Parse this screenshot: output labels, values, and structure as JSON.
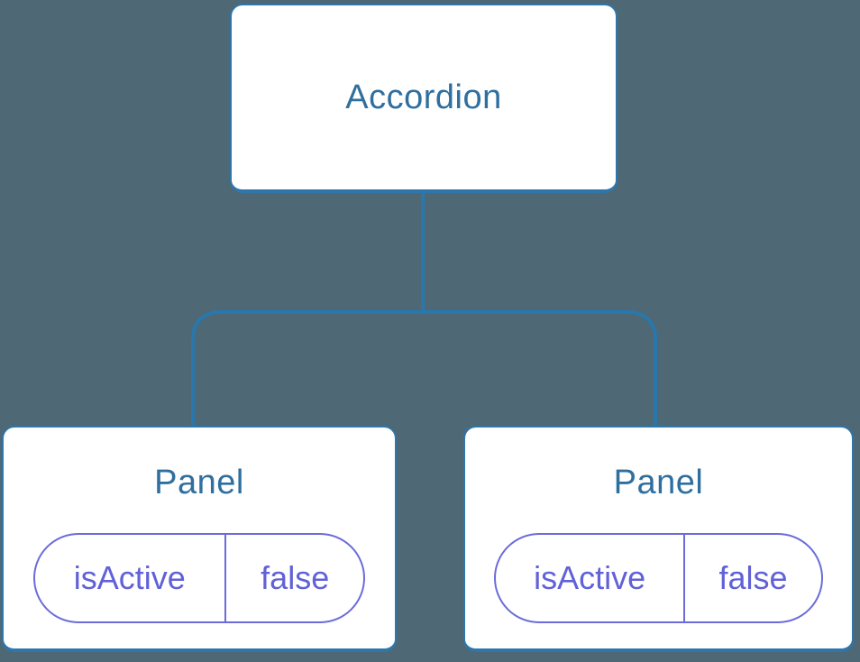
{
  "diagram": {
    "description": "React component tree diagram",
    "root": {
      "label": "Accordion"
    },
    "children": [
      {
        "label": "Panel",
        "prop_name": "isActive",
        "prop_value": "false"
      },
      {
        "label": "Panel",
        "prop_name": "isActive",
        "prop_value": "false"
      }
    ]
  },
  "colors": {
    "background": "#4e6875",
    "card_bg": "#ffffff",
    "card_border": "#2e76ab",
    "title_text": "#2f6f9f",
    "connector": "#2878ae",
    "pill_border": "#6b6bdb",
    "pill_text": "#6161d8"
  }
}
